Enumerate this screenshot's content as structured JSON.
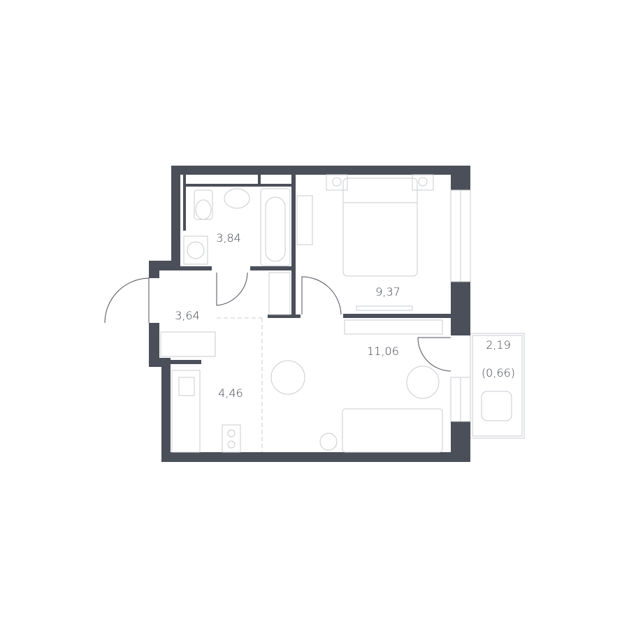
{
  "plan": {
    "colors": {
      "wall": "#4b4f59",
      "furniture": "#c9cbd0"
    },
    "rooms": [
      {
        "id": "bathroom",
        "area": "3,84"
      },
      {
        "id": "hallway",
        "area": "3,64"
      },
      {
        "id": "kitchen",
        "area": "4,46"
      },
      {
        "id": "bedroom",
        "area": "9,37"
      },
      {
        "id": "living-room",
        "area": "11,06"
      },
      {
        "id": "balcony",
        "area": "2,19",
        "reduced_area": "(0,66)"
      }
    ]
  }
}
